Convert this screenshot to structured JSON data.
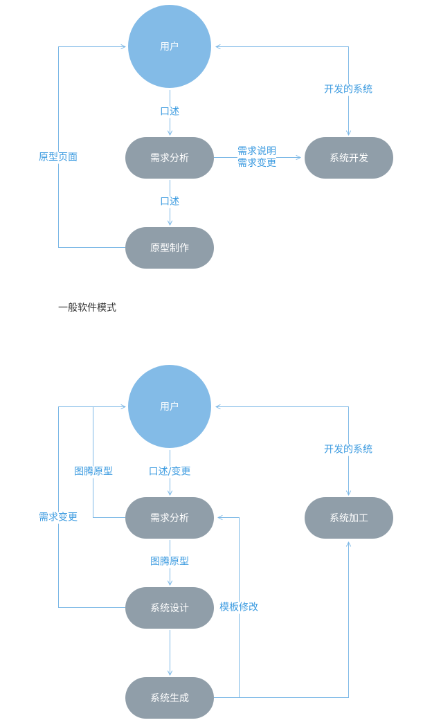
{
  "colors": {
    "user_node": "#83bbe7",
    "process_node": "#909ea9",
    "connector": "#7cb8e6",
    "label": "#3c9be0",
    "caption": "#333333"
  },
  "diagram1": {
    "caption": "一般软件模式",
    "nodes": {
      "user": "用户",
      "analysis": "需求分析",
      "prototype": "原型制作",
      "develop": "系统开发"
    },
    "edges": {
      "user_to_analysis": "口述",
      "analysis_to_prototype": "口述",
      "prototype_to_user": "原型页面",
      "analysis_to_develop_line1": "需求说明",
      "analysis_to_develop_line2": "需求变更",
      "develop_to_user": "开发的系统"
    }
  },
  "diagram2": {
    "nodes": {
      "user": "用户",
      "analysis": "需求分析",
      "design": "系统设计",
      "generate": "系统生成",
      "process": "系统加工"
    },
    "edges": {
      "user_to_analysis": "口述/变更",
      "analysis_to_user": "图腾原型",
      "design_to_user": "需求变更",
      "analysis_to_design": "图腾原型",
      "generate_to_analysis": "模板修改",
      "process_to_user": "开发的系统"
    }
  }
}
